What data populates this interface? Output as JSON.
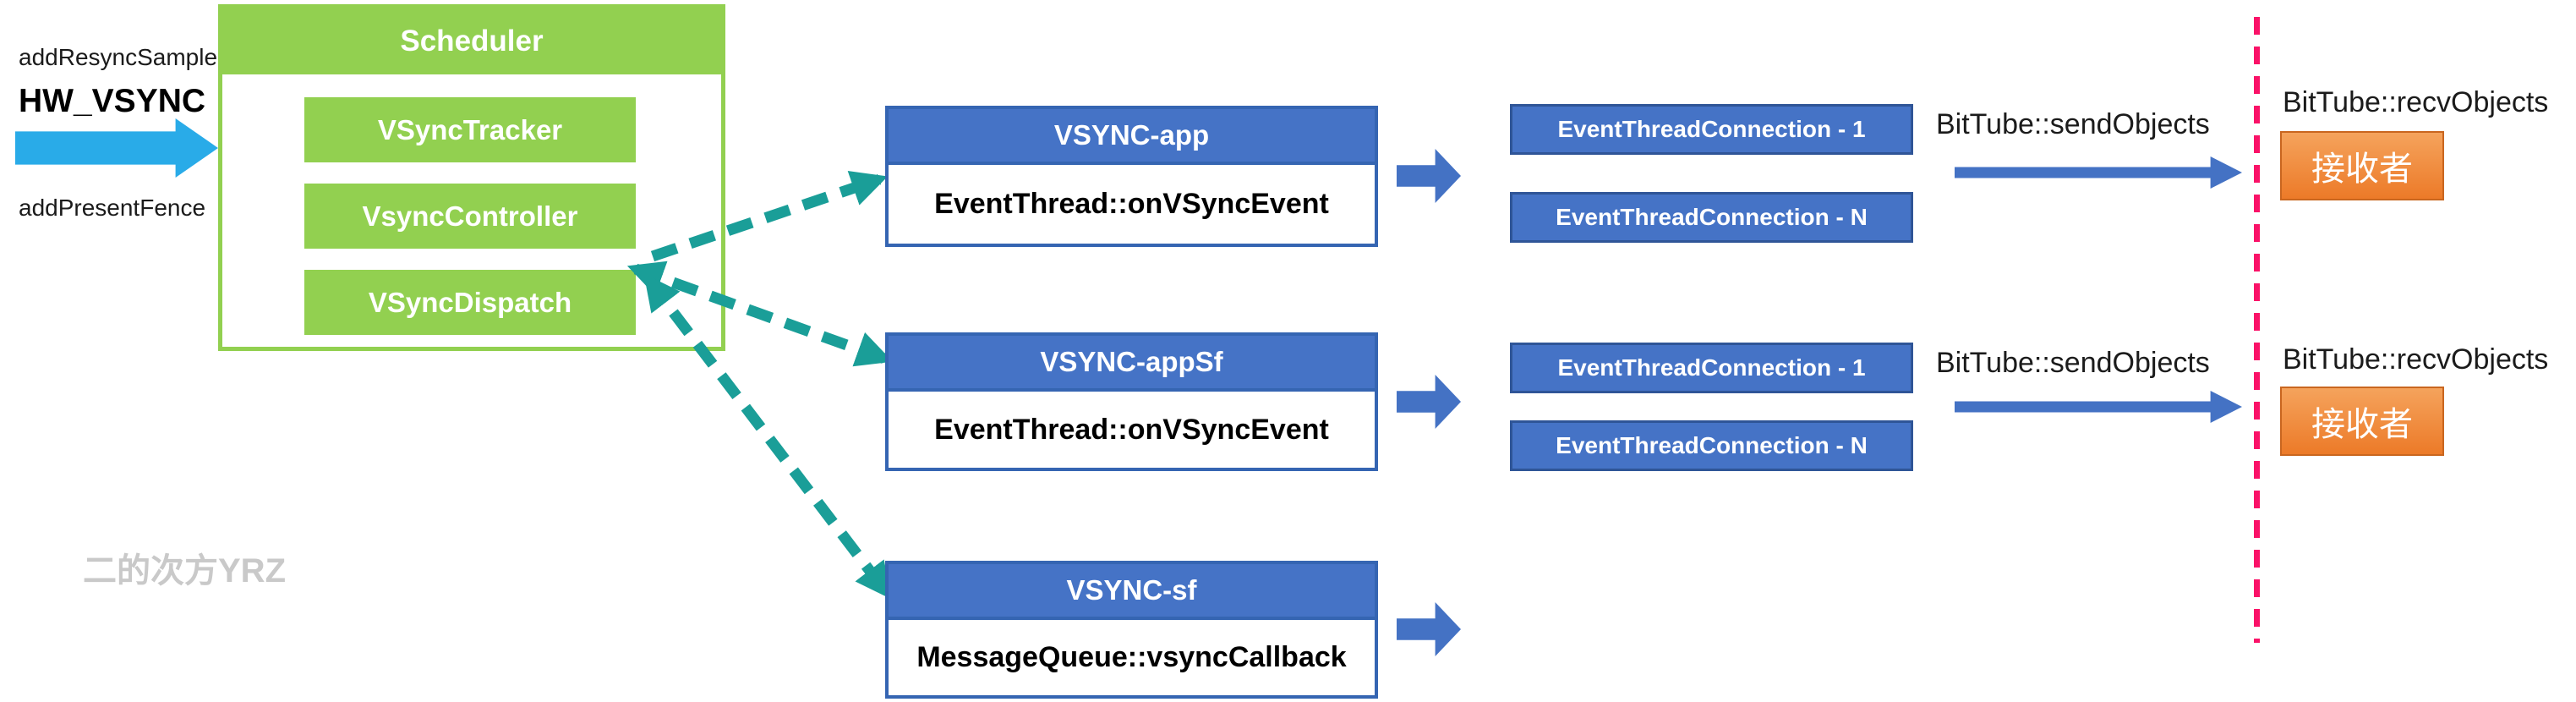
{
  "input": {
    "add_resync_sample": "addResyncSample",
    "hw_vsync": "HW_VSYNC",
    "add_present_fence": "addPresentFence"
  },
  "scheduler": {
    "title": "Scheduler",
    "components": [
      "VSyncTracker",
      "VsyncController",
      "VSyncDispatch"
    ]
  },
  "threads": [
    {
      "name": "VSYNC-app",
      "handler": "EventThread::onVSyncEvent",
      "connections": [
        "EventThreadConnection - 1",
        "EventThreadConnection - N"
      ],
      "send": "BitTube::sendObjects",
      "recv": "BitTube::recvObjects",
      "receiver": "接收者"
    },
    {
      "name": "VSYNC-appSf",
      "handler": "EventThread::onVSyncEvent",
      "connections": [
        "EventThreadConnection - 1",
        "EventThreadConnection - N"
      ],
      "send": "BitTube::sendObjects",
      "recv": "BitTube::recvObjects",
      "receiver": "接收者"
    },
    {
      "name": "VSYNC-sf",
      "handler": "MessageQueue::vsyncCallback"
    }
  ],
  "watermark": "二的次方YRZ",
  "colors": {
    "green": "#92D050",
    "blue": "#4472C4",
    "blue-border": "#3565B2",
    "blue-border-dark": "#2F5597",
    "teal": "#1A9E98",
    "cyan": "#29ABE8",
    "orange": "#ED7D31",
    "orange-border": "#C9661F",
    "pink": "#FA1268",
    "watermark": "#C9C9C9"
  }
}
